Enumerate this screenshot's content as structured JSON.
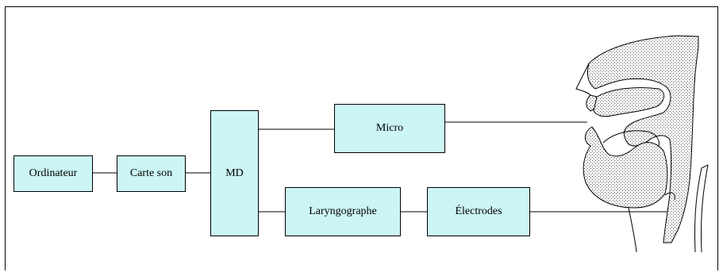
{
  "diagram": {
    "nodes": {
      "ordinateur": "Ordinateur",
      "carte_son": "Carte son",
      "md": "MD",
      "micro": "Micro",
      "laryngographe": "Laryngographe",
      "electrodes": "Électrodes"
    },
    "edges": [
      [
        "ordinateur",
        "carte_son"
      ],
      [
        "carte_son",
        "md"
      ],
      [
        "md",
        "micro"
      ],
      [
        "md",
        "laryngographe"
      ],
      [
        "laryngographe",
        "electrodes"
      ],
      [
        "micro",
        "head-profile"
      ],
      [
        "electrodes",
        "head-profile"
      ]
    ],
    "colors": {
      "box_fill": "#ccf5f5",
      "line": "#000000"
    },
    "illustration": "head-profile"
  }
}
